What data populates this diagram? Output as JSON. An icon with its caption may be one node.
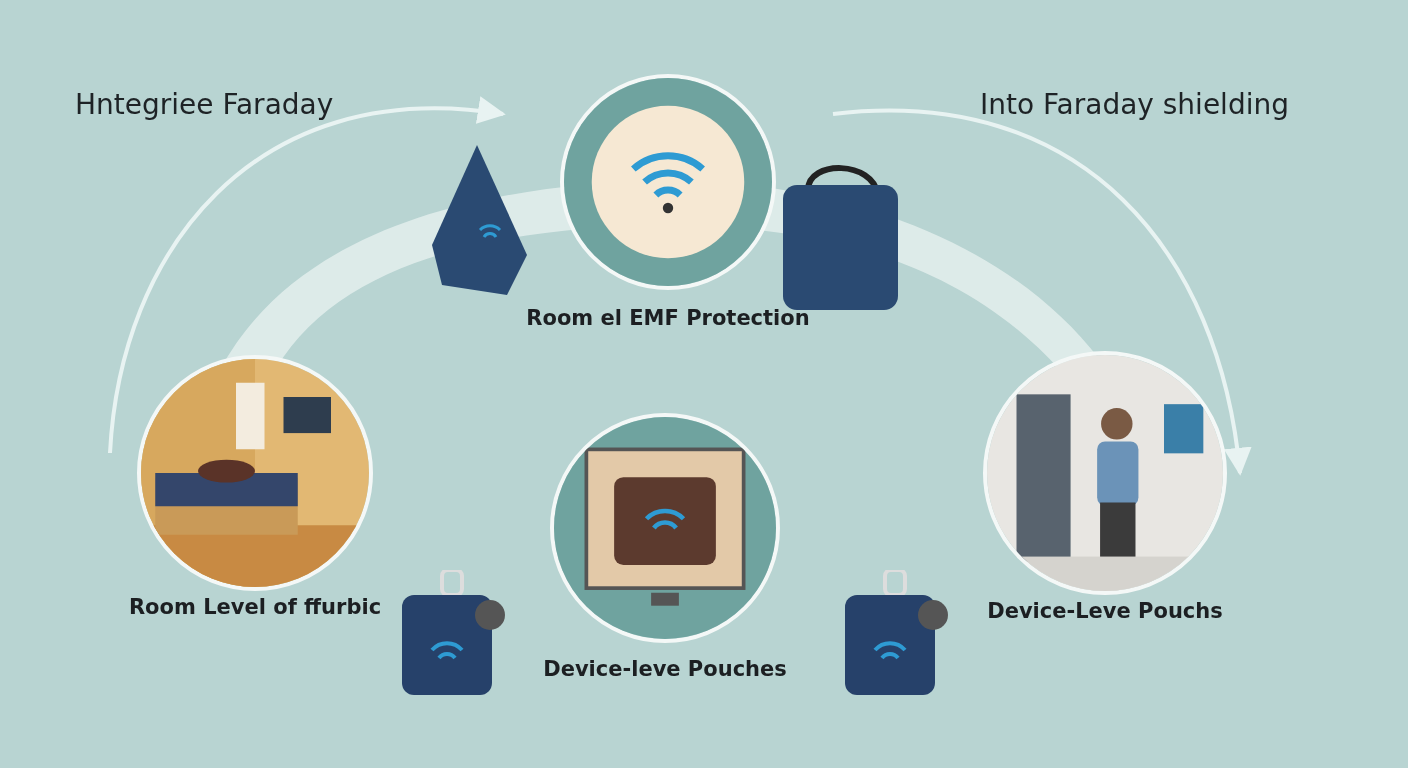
{
  "diagram": {
    "nodes": [
      {
        "text": [
          "Room Level of ffurbic"
        ]
      },
      {
        "text": [
          "Room el EMF Protection"
        ]
      },
      {
        "text": [
          "Device-leve Pouches"
        ]
      },
      {
        "text": [
          "Device-Leve Pouchs"
        ]
      }
    ],
    "edges": [
      {
        "from": 0,
        "to": 1,
        "arrow": "to"
      },
      {
        "from": 1,
        "to": 3,
        "arrow": "to"
      }
    ],
    "labels": [
      "Hntegriee Faraday",
      "Into Faraday shielding"
    ]
  }
}
